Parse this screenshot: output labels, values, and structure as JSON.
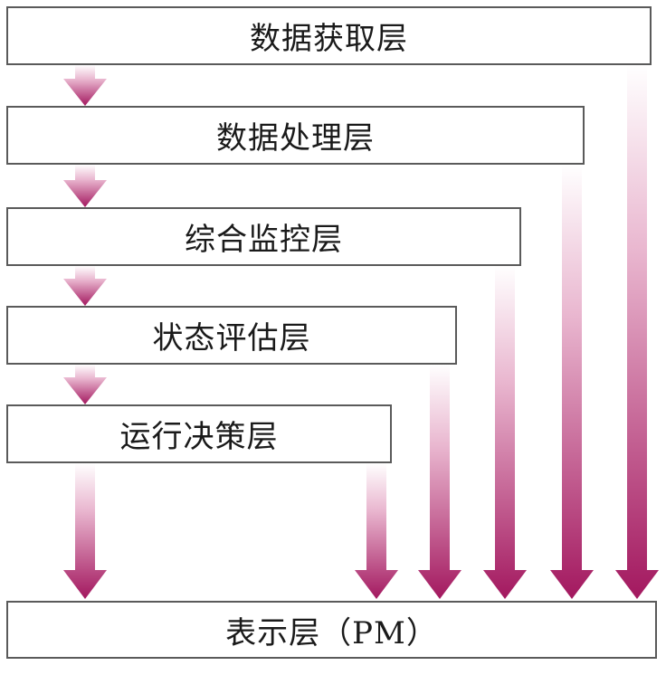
{
  "layers": [
    {
      "id": "acquisition",
      "label": "数据获取层"
    },
    {
      "id": "processing",
      "label": "数据处理层"
    },
    {
      "id": "monitoring",
      "label": "综合监控层"
    },
    {
      "id": "evaluation",
      "label": "状态评估层"
    },
    {
      "id": "decision",
      "label": "运行决策层"
    }
  ],
  "presentation": {
    "label": "表示层（PM）"
  },
  "colors": {
    "arrow": "#a3185f",
    "arrow_fade": "#ffffff",
    "box_border": "#5a5a5a",
    "text": "#1a1a1a"
  },
  "connections": [
    {
      "from": "数据获取层",
      "to": "数据处理层"
    },
    {
      "from": "数据处理层",
      "to": "综合监控层"
    },
    {
      "from": "综合监控层",
      "to": "状态评估层"
    },
    {
      "from": "状态评估层",
      "to": "运行决策层"
    },
    {
      "from": "运行决策层",
      "to": "表示层（PM）"
    },
    {
      "from": "运行决策层",
      "to": "表示层（PM）"
    },
    {
      "from": "状态评估层",
      "to": "表示层（PM）"
    },
    {
      "from": "综合监控层",
      "to": "表示层（PM）"
    },
    {
      "from": "数据处理层",
      "to": "表示层（PM）"
    },
    {
      "from": "数据获取层",
      "to": "表示层（PM）"
    }
  ]
}
